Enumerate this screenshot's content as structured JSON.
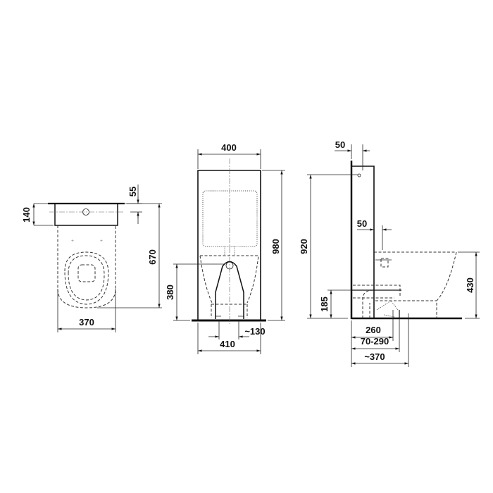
{
  "top_view": {
    "dims": {
      "tank_depth": "140",
      "hole_offset": "55",
      "total_depth": "670",
      "width": "370"
    }
  },
  "front_view": {
    "dims": {
      "width_top": "400",
      "height": "980",
      "outlet_height": "380",
      "fixing_spacing": "~130",
      "base_width": "410"
    }
  },
  "side_view": {
    "dims": {
      "top_offset": "50",
      "seat_offset": "50",
      "tank_height": "920",
      "rim_height": "430",
      "inlet_height": "185",
      "outlet_260": "260",
      "outlet_range": "70-290",
      "outlet_370": "~370"
    }
  }
}
